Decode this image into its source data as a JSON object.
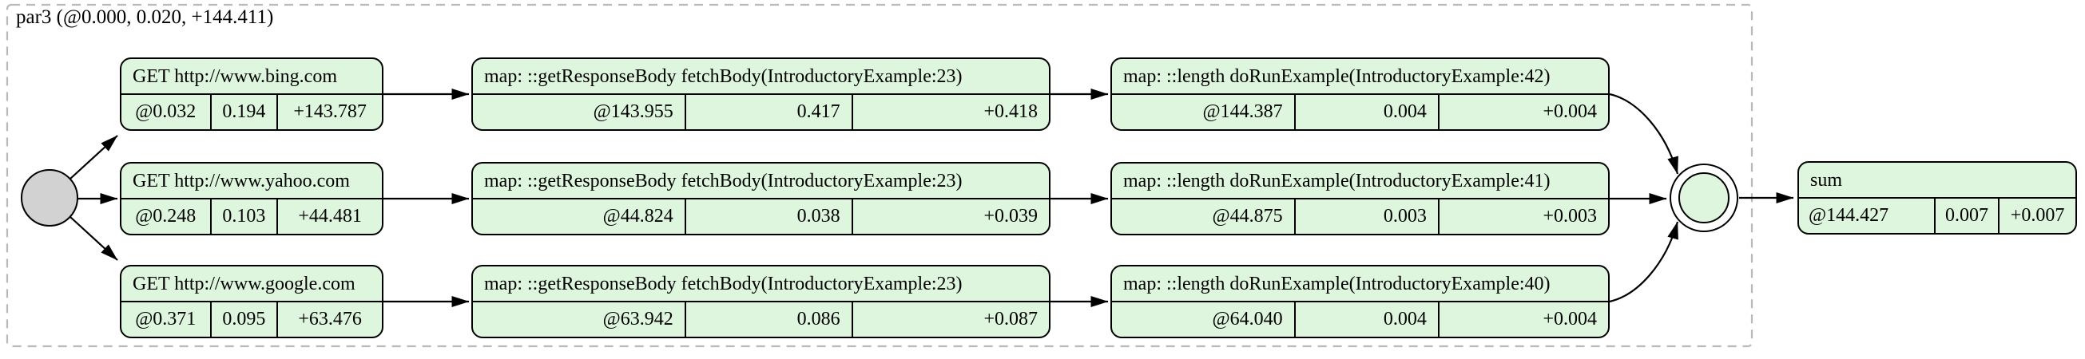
{
  "diagram": {
    "group": {
      "label": "par3 (@0.000, 0.020, +144.411)"
    },
    "branches": [
      {
        "name": "bing",
        "get": {
          "title": "GET http://www.bing.com",
          "at": "@0.032",
          "dur": "0.194",
          "delta": "+143.787"
        },
        "fetch": {
          "title": "map: ::getResponseBody fetchBody(IntroductoryExample:23)",
          "at": "@143.955",
          "dur": "0.417",
          "delta": "+0.418"
        },
        "length": {
          "title": "map: ::length doRunExample(IntroductoryExample:42)",
          "at": "@144.387",
          "dur": "0.004",
          "delta": "+0.004"
        }
      },
      {
        "name": "yahoo",
        "get": {
          "title": "GET http://www.yahoo.com",
          "at": "@0.248",
          "dur": "0.103",
          "delta": "+44.481"
        },
        "fetch": {
          "title": "map: ::getResponseBody fetchBody(IntroductoryExample:23)",
          "at": "@44.824",
          "dur": "0.038",
          "delta": "+0.039"
        },
        "length": {
          "title": "map: ::length doRunExample(IntroductoryExample:41)",
          "at": "@44.875",
          "dur": "0.003",
          "delta": "+0.003"
        }
      },
      {
        "name": "google",
        "get": {
          "title": "GET http://www.google.com",
          "at": "@0.371",
          "dur": "0.095",
          "delta": "+63.476"
        },
        "fetch": {
          "title": "map: ::getResponseBody fetchBody(IntroductoryExample:23)",
          "at": "@63.942",
          "dur": "0.086",
          "delta": "+0.087"
        },
        "length": {
          "title": "map: ::length doRunExample(IntroductoryExample:40)",
          "at": "@64.040",
          "dur": "0.004",
          "delta": "+0.004"
        }
      }
    ],
    "sum": {
      "title": "sum",
      "at": "@144.427",
      "dur": "0.007",
      "delta": "+0.007"
    },
    "colors": {
      "node_fill": "#ddf6dd",
      "start_node_fill": "#d2d2d2",
      "node_border": "#000000",
      "group_border": "#b9b9b9"
    }
  }
}
